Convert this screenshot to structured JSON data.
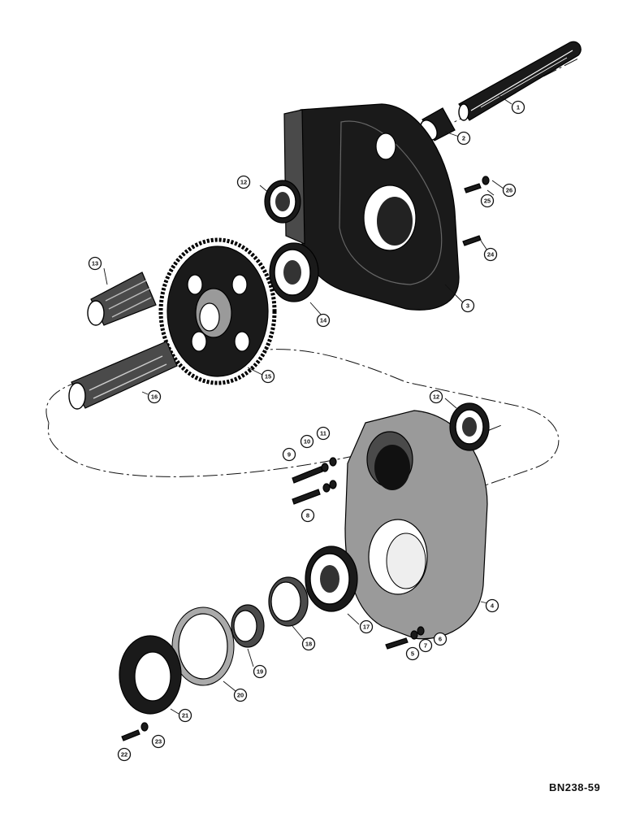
{
  "diagram": {
    "reference_code": "BN238-59",
    "callouts": [
      "1",
      "2",
      "3",
      "4",
      "5",
      "6",
      "7",
      "8",
      "9",
      "10",
      "11",
      "12",
      "12",
      "13",
      "14",
      "15",
      "16",
      "17",
      "18",
      "19",
      "20",
      "21",
      "22",
      "23",
      "24",
      "25",
      "26"
    ]
  }
}
